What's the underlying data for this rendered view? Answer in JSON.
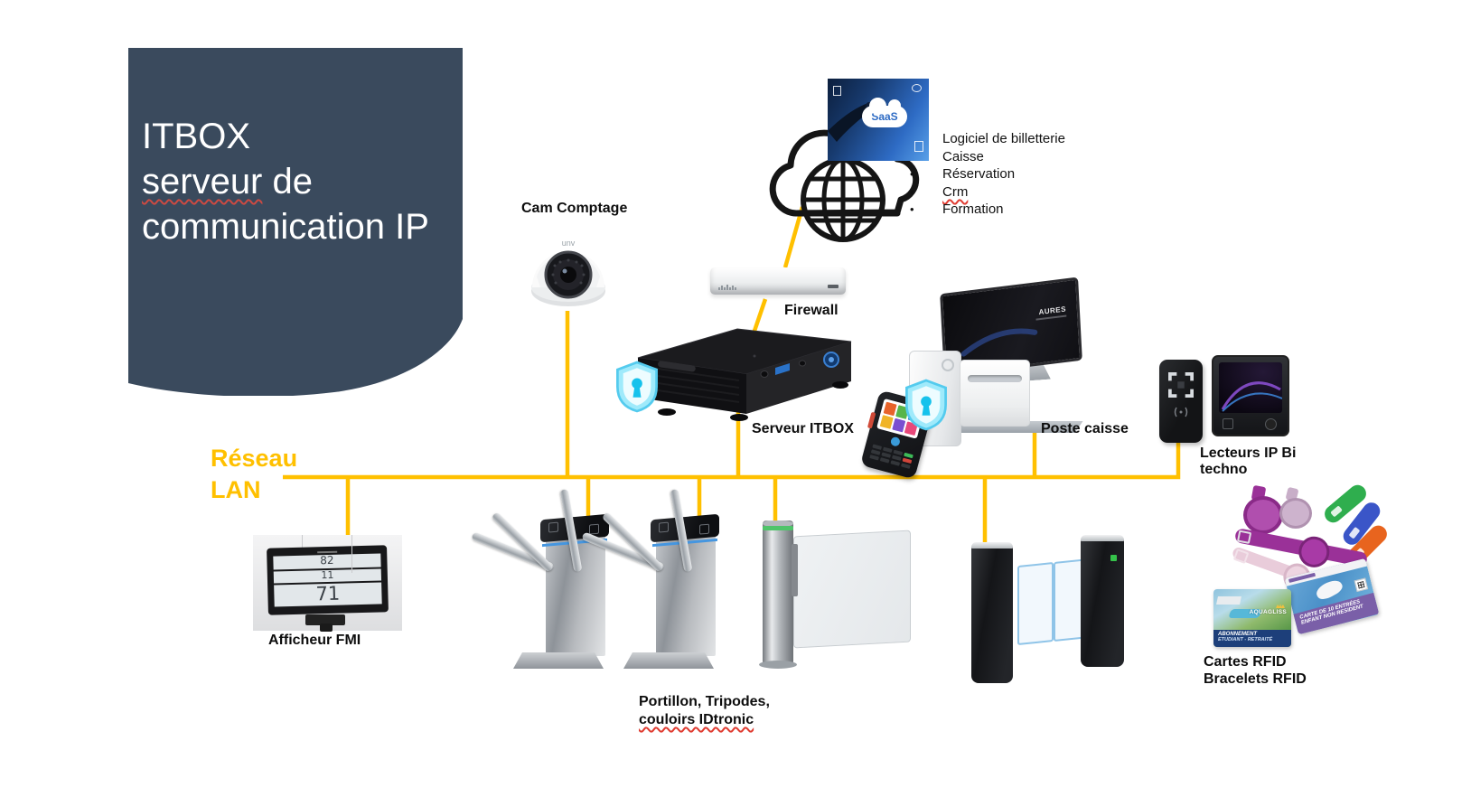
{
  "colors": {
    "accent": "#FFC000",
    "panel": "#3A4A5D",
    "shield": "#45D4F2"
  },
  "title_box": {
    "line1": "ITBOX",
    "line2_word1": "serveur",
    "line2_word2": " de",
    "line3": "communication IP"
  },
  "lan": {
    "label_line1": "Réseau",
    "label_line2": "LAN"
  },
  "camera": {
    "label": "Cam Comptage",
    "brand": "unv"
  },
  "cloud": {
    "saas": "SaaS"
  },
  "services": {
    "items": [
      "Logiciel de billetterie",
      "Caisse",
      "Réservation",
      "Crm",
      "Formation"
    ]
  },
  "firewall": {
    "label": "Firewall"
  },
  "server": {
    "label": "Serveur ITBOX"
  },
  "pos": {
    "label": "Poste caisse",
    "brand": "AURES"
  },
  "readers": {
    "label_line1": "Lecteurs IP Bi",
    "label_line2": "techno"
  },
  "display": {
    "label": "Afficheur FMI",
    "rows": [
      "82",
      "11",
      "71"
    ]
  },
  "gates": {
    "label_line1": "Portillon, Tripodes,",
    "label_line2": "couloirs IDtronic"
  },
  "rfid": {
    "label_line1": "Cartes RFID",
    "label_line2": "Bracelets RFID",
    "card_aquagliss": {
      "brand": "AQUAGLISS",
      "line1": "ABONNEMENT",
      "line2": "ETUDIANT - RETRAITÉ"
    },
    "card_entries": {
      "line1": "CARTE DE 10 ENTRÉES",
      "line2": "ENFANT NON RESIDENT"
    }
  }
}
